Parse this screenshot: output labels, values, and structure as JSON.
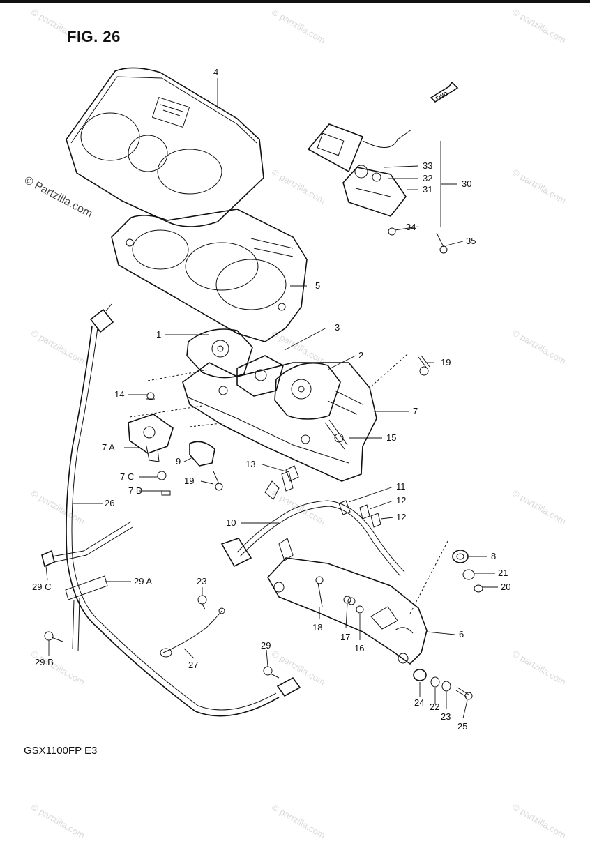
{
  "figure": {
    "title": "FIG. 26",
    "model_code": "GSX1100FP  E3",
    "fwd_label": "FWD"
  },
  "watermark": {
    "main": "© Partzilla.com",
    "tile": "© partzilla.com"
  },
  "callouts": {
    "c1": "1",
    "c2": "2",
    "c3": "3",
    "c4": "4",
    "c5": "5",
    "c6": "6",
    "c7": "7",
    "c7a": "7 A",
    "c7c": "7 C",
    "c7d": "7 D",
    "c8": "8",
    "c9": "9",
    "c10": "10",
    "c11": "11",
    "c12a": "12",
    "c12b": "12",
    "c13": "13",
    "c14": "14",
    "c15": "15",
    "c16": "16",
    "c17": "17",
    "c18": "18",
    "c19a": "19",
    "c19b": "19",
    "c20": "20",
    "c21": "21",
    "c22": "22",
    "c23a": "23",
    "c23b": "23",
    "c24": "24",
    "c25": "25",
    "c26": "26",
    "c27": "27",
    "c29": "29",
    "c29a": "29 A",
    "c29b": "29 B",
    "c29c": "29 C",
    "c30": "30",
    "c31": "31",
    "c32": "32",
    "c33": "33",
    "c34": "34",
    "c35": "35"
  }
}
